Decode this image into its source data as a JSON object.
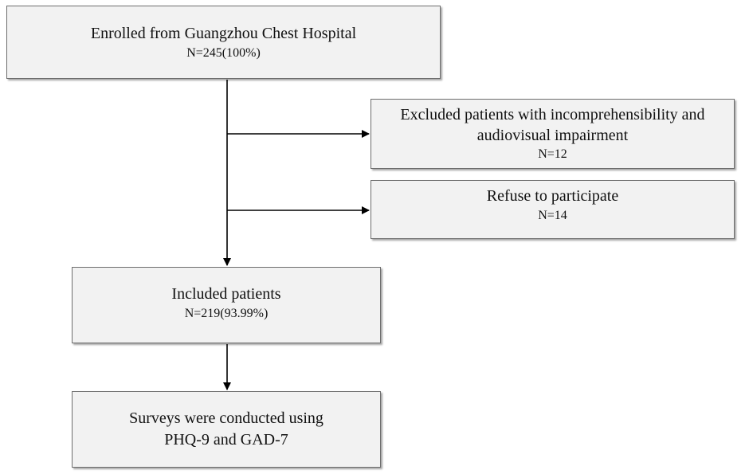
{
  "boxes": {
    "enrolled": {
      "title": "Enrolled from Guangzhou Chest Hospital",
      "count": "N=245(100%)"
    },
    "excluded": {
      "line1": "Excluded patients with incomprehensibility and",
      "line2": "audiovisual impairment",
      "count": "N=12"
    },
    "refuse": {
      "title": "Refuse to participate",
      "count": "N=14"
    },
    "included": {
      "title": "Included patients",
      "count": "N=219(93.99%)"
    },
    "surveys": {
      "line1": "Surveys were conducted using",
      "line2": "PHQ-9 and GAD-7"
    }
  },
  "colors": {
    "box_fill": "#f2f2f2",
    "box_border": "#6e6e6e",
    "line": "#000000"
  }
}
